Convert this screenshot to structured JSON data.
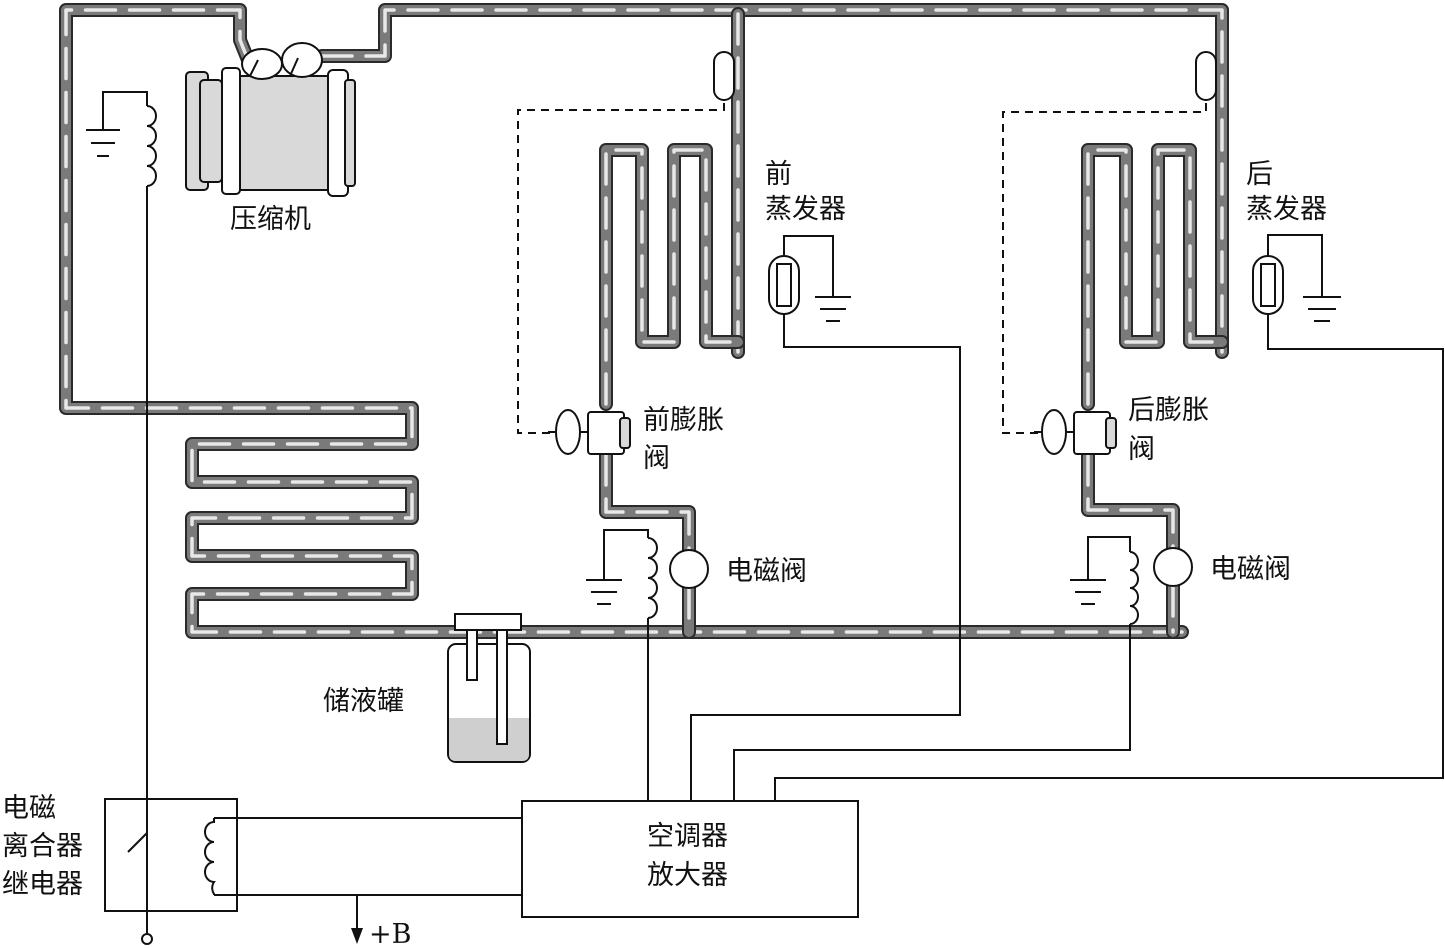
{
  "labels": {
    "compressor": "压缩机",
    "front_evaporator": [
      "前",
      "蒸发器"
    ],
    "rear_evaporator": [
      "后",
      "蒸发器"
    ],
    "front_expansion_valve": [
      "前膨胀",
      "阀"
    ],
    "rear_expansion_valve": [
      "后膨胀",
      "阀"
    ],
    "front_solenoid_valve": "电磁阀",
    "rear_solenoid_valve": "电磁阀",
    "receiver_drier": "储液罐",
    "clutch_relay": [
      "电磁",
      "离合器",
      "继电器"
    ],
    "amplifier": [
      "空调器",
      "放大器"
    ],
    "power": "+B"
  },
  "colors": {
    "line": "#111111",
    "pipe_dark": "#2a2a2a",
    "pipe_mid": "#7a7a7a",
    "pipe_highlight": "#e8e8e8",
    "liquid": "#cfcfcf"
  }
}
